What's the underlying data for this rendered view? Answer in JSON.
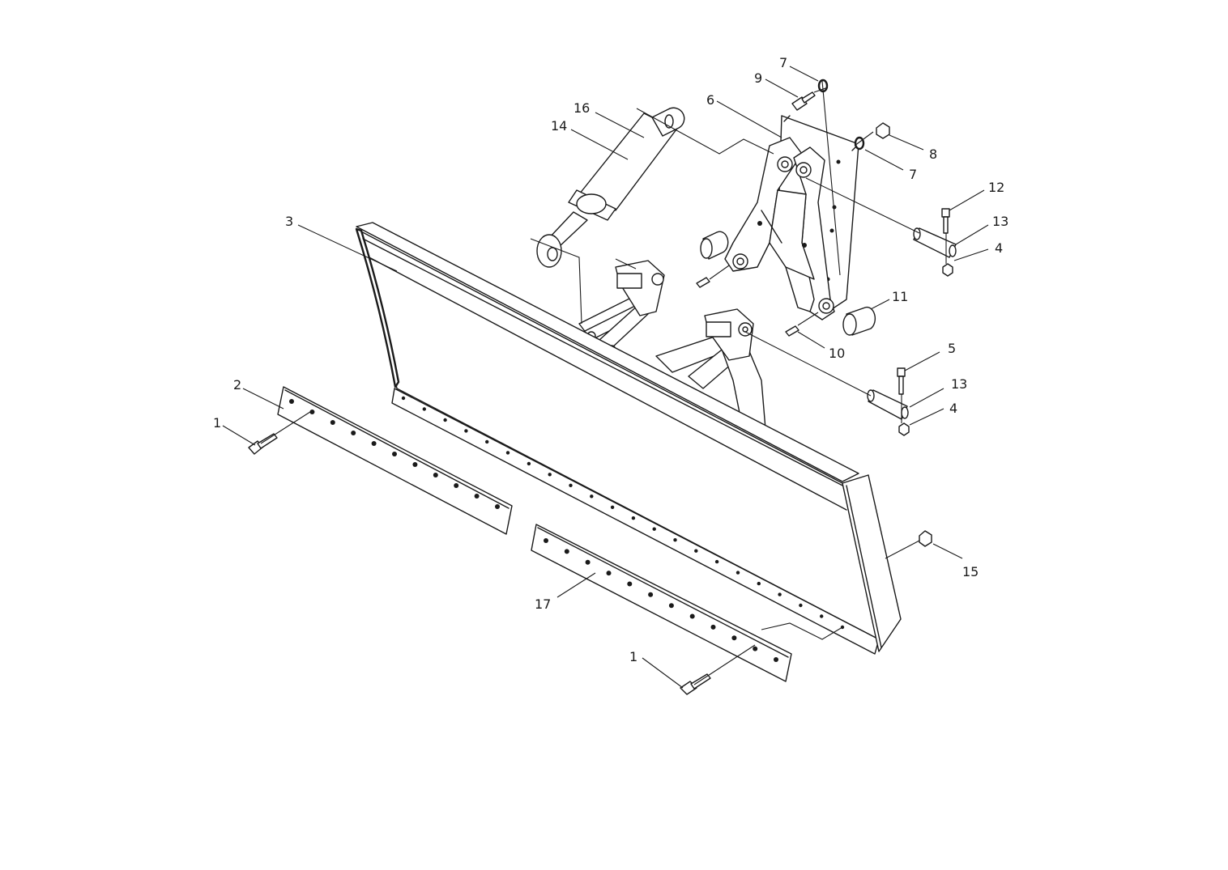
{
  "callouts": {
    "c7a": "7",
    "c9": "9",
    "c16": "16",
    "c6": "6",
    "c14": "14",
    "c8": "8",
    "c7b": "7",
    "c12": "12",
    "c3": "3",
    "c13a": "13",
    "c4a": "4",
    "c11": "11",
    "c10": "10",
    "c5": "5",
    "c13b": "13",
    "c2": "2",
    "c4b": "4",
    "c1a": "1",
    "c15": "15",
    "c17": "17",
    "c1b": "1"
  }
}
